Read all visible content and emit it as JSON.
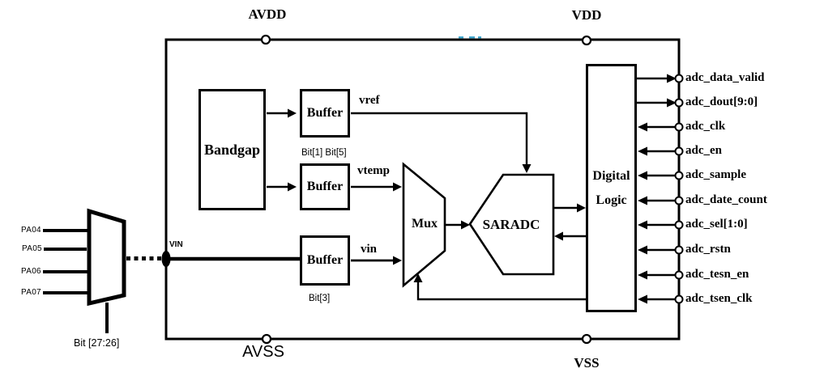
{
  "power_rails": {
    "avdd": "AVDD",
    "vdd": "VDD",
    "avss": "AVSS",
    "vss": "VSS"
  },
  "external_mux": {
    "inputs": [
      "PA04",
      "PA05",
      "PA06",
      "PA07"
    ],
    "select_label": "Bit [27:26]",
    "output_node": "VIN"
  },
  "blocks": {
    "bandgap": "Bandgap",
    "buffer_vref": "Buffer",
    "buffer_vtemp": "Buffer",
    "buffer_vin": "Buffer",
    "mux": "Mux",
    "saradc": "SARADC",
    "digital_logic_line1": "Digital",
    "digital_logic_line2": "Logic"
  },
  "nets": {
    "vref": "vref",
    "vtemp": "vtemp",
    "vin": "vin"
  },
  "control_bits": {
    "vref_buffer": "Bit[1] Bit[5]",
    "vin_buffer": "Bit[3]"
  },
  "signals": [
    {
      "label": "adc_data_valid",
      "direction": "output"
    },
    {
      "label": "adc_dout[9:0]",
      "direction": "output"
    },
    {
      "label": "adc_clk",
      "direction": "input"
    },
    {
      "label": "adc_en",
      "direction": "input"
    },
    {
      "label": "adc_sample",
      "direction": "input"
    },
    {
      "label": "adc_date_count",
      "direction": "input"
    },
    {
      "label": "adc_sel[1:0]",
      "direction": "input"
    },
    {
      "label": "adc_rstn",
      "direction": "input"
    },
    {
      "label": "adc_tesn_en",
      "direction": "input"
    },
    {
      "label": "adc_tsen_clk",
      "direction": "input"
    }
  ],
  "colors": {
    "line": "#000000",
    "background": "#ffffff",
    "artifact_blue": "#3fa6cd"
  }
}
